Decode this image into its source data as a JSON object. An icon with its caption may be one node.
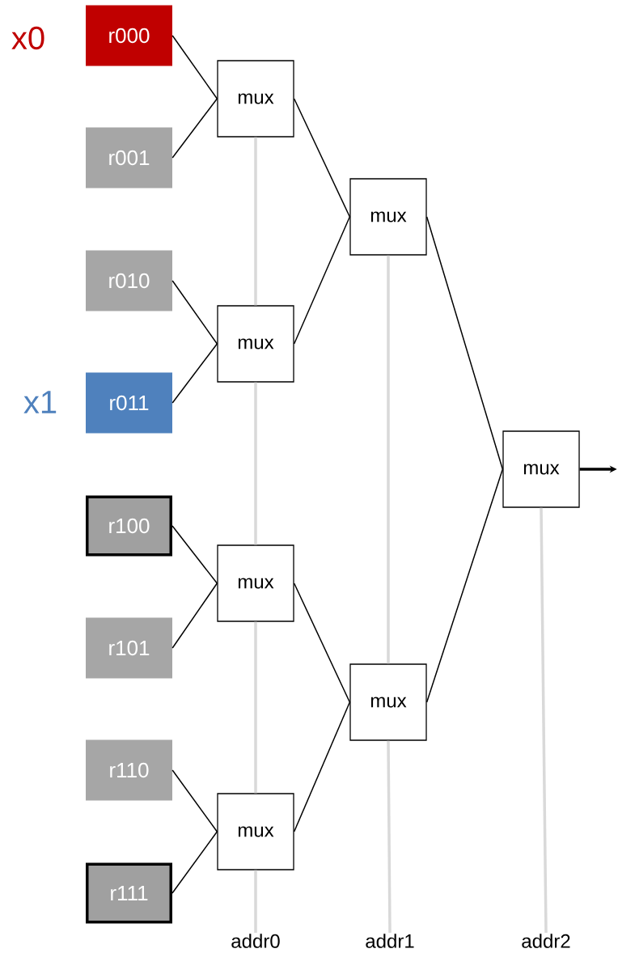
{
  "diagram": {
    "nodes": [
      {
        "text": [
          "r000"
        ],
        "beside": [
          "x0"
        ]
      },
      {
        "text": [
          "r001"
        ]
      },
      {
        "text": [
          "r010"
        ]
      },
      {
        "text": [
          "r011"
        ],
        "beside": [
          "x1"
        ]
      },
      {
        "text": [
          "r100"
        ]
      },
      {
        "text": [
          "r101"
        ]
      },
      {
        "text": [
          "r110"
        ]
      },
      {
        "text": [
          "r111"
        ]
      },
      {
        "text": [
          "mux"
        ]
      },
      {
        "text": [
          "mux"
        ]
      },
      {
        "text": [
          "mux"
        ]
      },
      {
        "text": [
          "mux"
        ]
      },
      {
        "text": [
          "mux"
        ]
      },
      {
        "text": [
          "mux"
        ]
      },
      {
        "text": [
          "mux"
        ]
      },
      {
        "text": [
          "addr0"
        ]
      },
      {
        "text": [
          "addr1"
        ]
      },
      {
        "text": [
          "addr2"
        ]
      }
    ],
    "edges": [
      {
        "from": 0,
        "to": 8,
        "arrow": "none"
      },
      {
        "from": 1,
        "to": 8,
        "arrow": "none"
      },
      {
        "from": 2,
        "to": 9,
        "arrow": "none"
      },
      {
        "from": 3,
        "to": 9,
        "arrow": "none"
      },
      {
        "from": 4,
        "to": 10,
        "arrow": "none"
      },
      {
        "from": 5,
        "to": 10,
        "arrow": "none"
      },
      {
        "from": 6,
        "to": 11,
        "arrow": "none"
      },
      {
        "from": 7,
        "to": 11,
        "arrow": "none"
      },
      {
        "from": 8,
        "to": 12,
        "arrow": "none"
      },
      {
        "from": 9,
        "to": 12,
        "arrow": "none"
      },
      {
        "from": 10,
        "to": 13,
        "arrow": "none"
      },
      {
        "from": 11,
        "to": 13,
        "arrow": "none"
      },
      {
        "from": 12,
        "to": 14,
        "arrow": "none"
      },
      {
        "from": 13,
        "to": 14,
        "arrow": "none"
      },
      {
        "from": 14,
        "to": null,
        "arrow": "to",
        "style": "thick"
      },
      {
        "from": 15,
        "to": 11,
        "arrow": "none",
        "style": "thick",
        "color": "#d9d9d9"
      },
      {
        "from": 11,
        "to": 10,
        "arrow": "none",
        "style": "thick",
        "color": "#d9d9d9"
      },
      {
        "from": 10,
        "to": 9,
        "arrow": "none",
        "style": "thick",
        "color": "#d9d9d9"
      },
      {
        "from": 9,
        "to": 8,
        "arrow": "none",
        "style": "thick",
        "color": "#d9d9d9"
      },
      {
        "from": 16,
        "to": 13,
        "arrow": "none",
        "style": "thick",
        "color": "#d9d9d9"
      },
      {
        "from": 13,
        "to": 12,
        "arrow": "none",
        "style": "thick",
        "color": "#d9d9d9"
      },
      {
        "from": 17,
        "to": 14,
        "arrow": "none",
        "style": "thick",
        "color": "#d9d9d9"
      }
    ]
  }
}
